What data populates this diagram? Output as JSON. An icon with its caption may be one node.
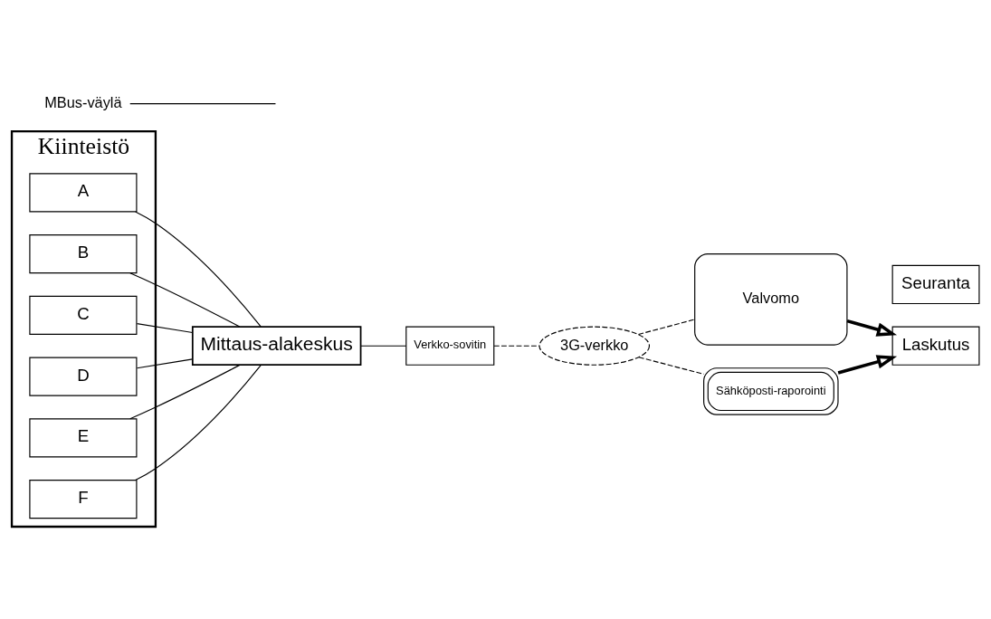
{
  "diagram": {
    "nodes": [
      {
        "text": [
          "Kiinteistö"
        ]
      },
      {
        "text": [
          "A"
        ],
        "in": 0
      },
      {
        "text": [
          "B"
        ],
        "in": 0
      },
      {
        "text": [
          "C"
        ],
        "in": 0
      },
      {
        "text": [
          "D"
        ],
        "in": 0
      },
      {
        "text": [
          "E"
        ],
        "in": 0
      },
      {
        "text": [
          "F"
        ],
        "in": 0
      },
      {
        "text": [
          "Mittaus-alakeskus"
        ]
      },
      {
        "text": [
          "Verkko-sovitin"
        ]
      },
      {
        "text": [
          "3G-verkko"
        ]
      },
      {
        "text": [
          "Valvomo"
        ]
      },
      {
        "text": [
          "Sähköposti-raporointi"
        ]
      },
      {
        "text": [
          "Laskutus"
        ]
      },
      {
        "text": [
          "Seuranta"
        ]
      },
      {
        "text": [
          "MBus-väylä"
        ]
      }
    ],
    "edges": [
      {
        "from": 1,
        "to": 7,
        "arrow": "none"
      },
      {
        "from": 2,
        "to": 7,
        "arrow": "none"
      },
      {
        "from": 3,
        "to": 7,
        "arrow": "none"
      },
      {
        "from": 4,
        "to": 7,
        "arrow": "none"
      },
      {
        "from": 5,
        "to": 7,
        "arrow": "none"
      },
      {
        "from": 6,
        "to": 7,
        "arrow": "none"
      },
      {
        "from": 7,
        "to": 8,
        "arrow": "none"
      },
      {
        "from": 8,
        "to": 9,
        "arrow": "none",
        "style": "dashed"
      },
      {
        "from": 9,
        "to": 10,
        "arrow": "none",
        "style": "dashed"
      },
      {
        "from": 9,
        "to": 11,
        "arrow": "none",
        "style": "dashed"
      },
      {
        "from": 11,
        "to": 12,
        "arrow": "to",
        "style": "thick"
      },
      {
        "from": 10,
        "to": 12,
        "arrow": "to",
        "style": "thick"
      },
      {
        "from": 14,
        "to": null,
        "arrow": "none"
      }
    ]
  }
}
